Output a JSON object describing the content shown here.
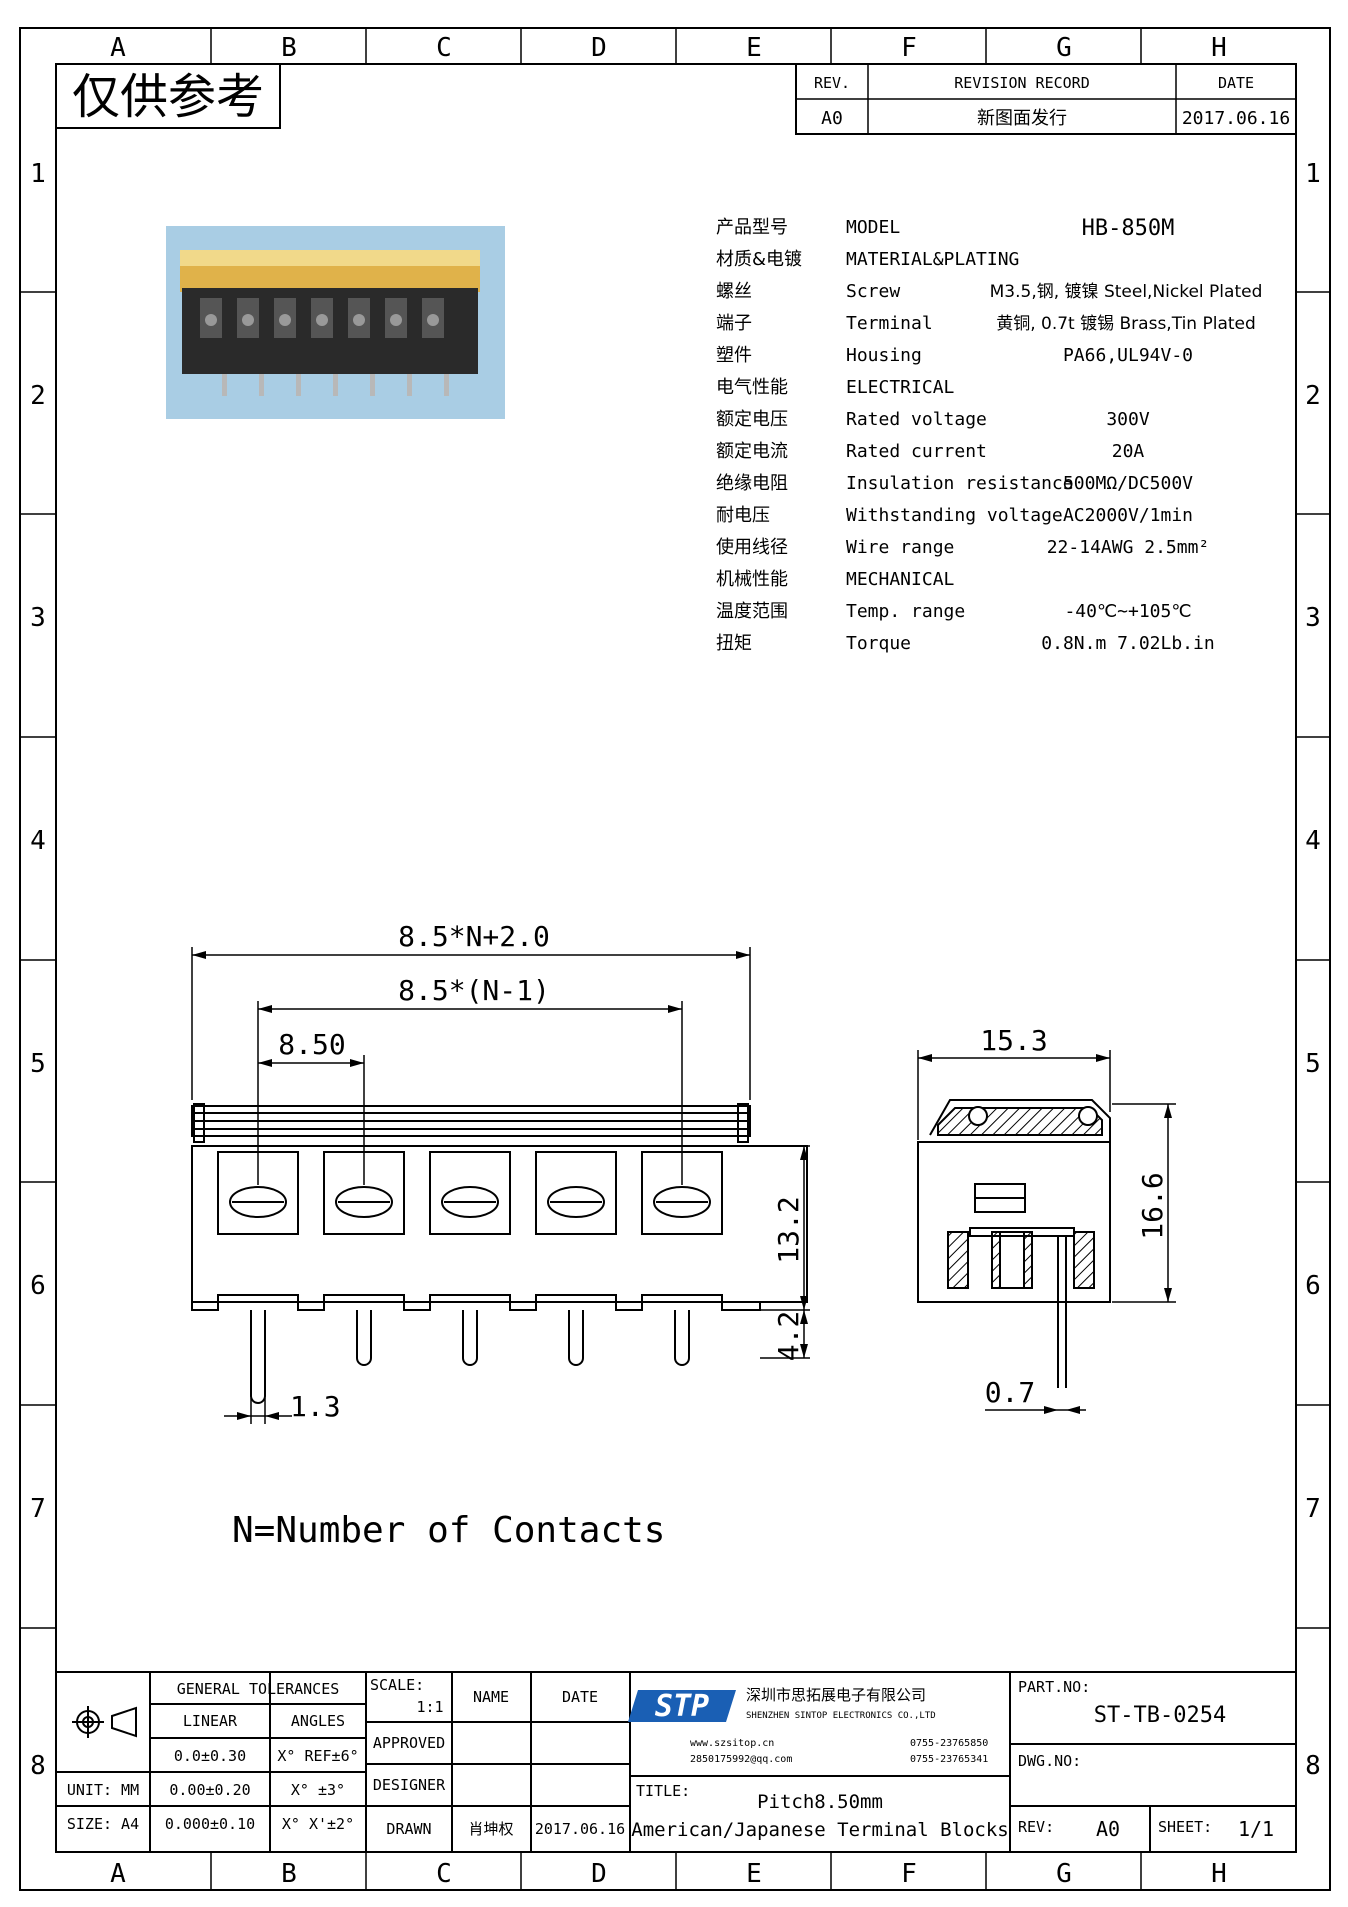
{
  "grid": {
    "columns": [
      "A",
      "B",
      "C",
      "D",
      "E",
      "F",
      "G",
      "H"
    ],
    "rows": [
      "1",
      "2",
      "3",
      "4",
      "5",
      "6",
      "7",
      "8"
    ]
  },
  "stamp": "仅供参考",
  "revision": {
    "rev_header": "REV.",
    "record_header": "REVISION RECORD",
    "date_header": "DATE",
    "rev": "A0",
    "record": "新图面发行",
    "date": "2017.06.16"
  },
  "specs": [
    {
      "cn": "产品型号",
      "en": "MODEL",
      "val": "HB-850M"
    },
    {
      "cn": "材质&电镀",
      "en": "MATERIAL&PLATING",
      "val": ""
    },
    {
      "cn": "螺丝",
      "en": "Screw",
      "val": "M3.5,钢, 镀镍 Steel,Nickel Plated"
    },
    {
      "cn": "端子",
      "en": "Terminal",
      "val": "黄铜, 0.7t 镀锡 Brass,Tin Plated"
    },
    {
      "cn": "塑件",
      "en": "Housing",
      "val": "PA66,UL94V-0"
    },
    {
      "cn": "电气性能",
      "en": "ELECTRICAL",
      "val": ""
    },
    {
      "cn": "额定电压",
      "en": "Rated voltage",
      "val": "300V"
    },
    {
      "cn": "额定电流",
      "en": "Rated current",
      "val": "20A"
    },
    {
      "cn": "绝缘电阻",
      "en": "Insulation resistance",
      "val": "500MΩ/DC500V"
    },
    {
      "cn": "耐电压",
      "en": "Withstanding voltage",
      "val": "AC2000V/1min"
    },
    {
      "cn": "使用线径",
      "en": "Wire range",
      "val": "22-14AWG 2.5mm²"
    },
    {
      "cn": "机械性能",
      "en": "MECHANICAL",
      "val": ""
    },
    {
      "cn": "温度范围",
      "en": "Temp. range",
      "val": "-40℃~+105℃"
    },
    {
      "cn": "扭矩",
      "en": "Torque",
      "val": "0.8N.m  7.02Lb.in"
    }
  ],
  "dimensions": {
    "overall": "8.5*N+2.0",
    "span": "8.5*(N-1)",
    "pitch": "8.50",
    "height": "13.2",
    "pin_len": "4.2",
    "pin_w": "1.3",
    "side_w": "15.3",
    "side_h": "16.6",
    "pin_t": "0.7"
  },
  "note": "N=Number of Contacts",
  "title_block": {
    "gen_tol": "GENERAL TOLERANCES",
    "linear": "LINEAR",
    "angles": "ANGLES",
    "lin1": "0.0±0.30",
    "ang1": "X° REF±6°",
    "unit": "UNIT: MM",
    "lin2": "0.00±0.20",
    "ang2": "X° ±3°",
    "size": "SIZE: A4",
    "lin3": "0.000±0.10",
    "ang3": "X° X'±2°",
    "scale_label": "SCALE:",
    "scale": "1:1",
    "name": "NAME",
    "date": "DATE",
    "approved": "APPROVED",
    "designer": "DESIGNER",
    "drawn": "DRAWN",
    "drawn_name": "肖坤权",
    "drawn_date": "2017.06.16",
    "company_cn": "深圳市思拓展电子有限公司",
    "company_en": "SHENZHEN SINTOP ELECTRONICS CO.,LTD",
    "web": "www.szsitop.cn",
    "tel": "0755-23765850",
    "mail": "2850175992@qq.com",
    "fax": "0755-23765341",
    "part_no_label": "PART.NO:",
    "part_no": "ST-TB-0254",
    "dwg_no_label": "DWG.NO:",
    "title_label": "TITLE:",
    "title1": "Pitch8.50mm",
    "title2": "American/Japanese Terminal Blocks",
    "rev_label": "REV:",
    "rev": "A0",
    "sheet_label": "SHEET:",
    "sheet": "1/1",
    "logo": "STP"
  }
}
